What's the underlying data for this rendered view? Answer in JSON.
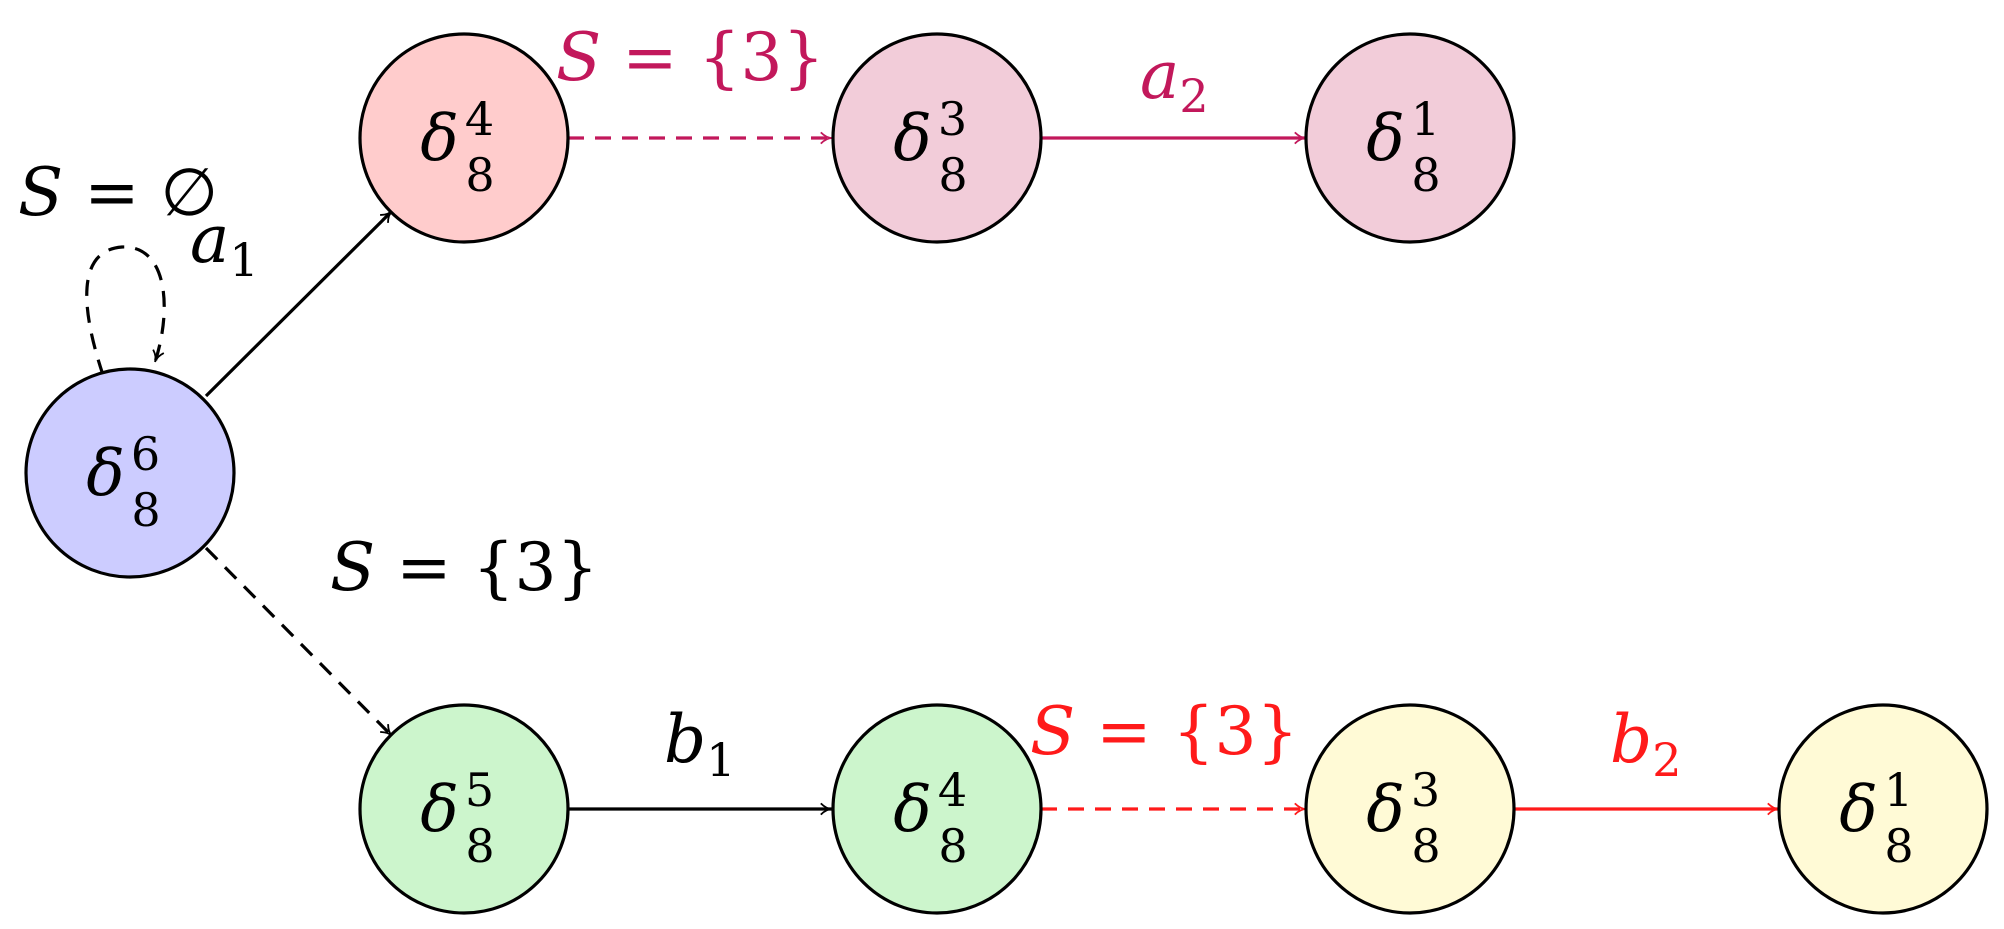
{
  "colors": {
    "black": "#000000",
    "crimson": "#c2185b",
    "red": "#ff1a1a",
    "blue_fill": "#ccccff",
    "salmon_fill": "#ffcccc",
    "pink_fill": "#f2ccd9",
    "green_fill": "#ccf5cc",
    "yellow_fill": "#fffad6"
  },
  "nodes": [
    {
      "id": "n6",
      "sym": "δ",
      "sup": "6",
      "sub": "8",
      "fill": "blue_fill"
    },
    {
      "id": "n4top",
      "sym": "δ",
      "sup": "4",
      "sub": "8",
      "fill": "salmon_fill"
    },
    {
      "id": "n3top",
      "sym": "δ",
      "sup": "3",
      "sub": "8",
      "fill": "pink_fill"
    },
    {
      "id": "n1top",
      "sym": "δ",
      "sup": "1",
      "sub": "8",
      "fill": "pink_fill"
    },
    {
      "id": "n5",
      "sym": "δ",
      "sup": "5",
      "sub": "8",
      "fill": "green_fill"
    },
    {
      "id": "n4bot",
      "sym": "δ",
      "sup": "4",
      "sub": "8",
      "fill": "green_fill"
    },
    {
      "id": "n3bot",
      "sym": "δ",
      "sup": "3",
      "sub": "8",
      "fill": "yellow_fill"
    },
    {
      "id": "n1bot",
      "sym": "δ",
      "sup": "1",
      "sub": "8",
      "fill": "yellow_fill"
    }
  ],
  "labels": {
    "self_loop": {
      "pre": "S",
      "eq": " = ",
      "post": "∅"
    },
    "a1": {
      "sym": "a",
      "sub": "1"
    },
    "top_dashed": {
      "pre": "S",
      "eq": " = ",
      "post": "{3}"
    },
    "a2": {
      "sym": "a",
      "sub": "2"
    },
    "mid_dashed": {
      "pre": "S",
      "eq": " = ",
      "post": "{3}"
    },
    "b1": {
      "sym": "b",
      "sub": "1"
    },
    "bot_dashed": {
      "pre": "S",
      "eq": " = ",
      "post": "{3}"
    },
    "b2": {
      "sym": "b",
      "sub": "2"
    }
  }
}
